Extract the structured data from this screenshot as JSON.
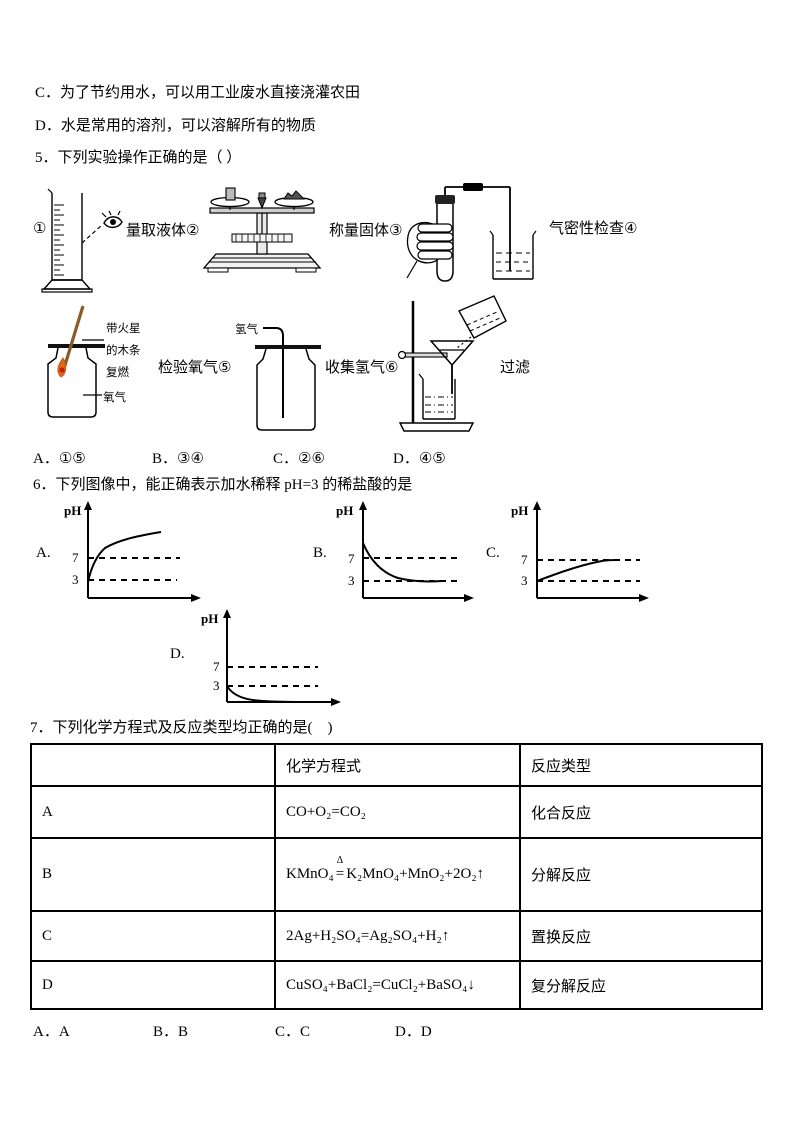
{
  "intro_options": {
    "c": "C．为了节约用水，可以用工业废水直接浇灌农田",
    "d": "D．水是常用的溶剂，可以溶解所有的物质"
  },
  "q5": {
    "stem": "5．下列实验操作正确的是（      ）",
    "fig_labels": {
      "n1": "①",
      "measure_liquid": "量取液体②",
      "weigh_solid": "称量固体③",
      "airtight_check": "气密性检查④",
      "splint_line1": "带火星",
      "splint_line2": "的木条",
      "splint_line3": "复燃",
      "oxygen": "氧气",
      "check_oxygen": "检验氧气⑤",
      "hydrogen": "氢气",
      "collect_hydrogen": "收集氢气⑥",
      "filtration": "过滤"
    },
    "answers": [
      "A．①⑤",
      "B．③④",
      "C．②⑥",
      "D．④⑤"
    ]
  },
  "q6": {
    "stem": "6．下列图像中，能正确表示加水稀释 pH=3 的稀盐酸的是",
    "graphs": [
      {
        "label": "A.",
        "ylabel": "pH",
        "tick_upper": "7",
        "tick_lower": "3",
        "curve": "starts at pH 3, rises steeply through 7 and keeps rising"
      },
      {
        "label": "B.",
        "ylabel": "pH",
        "tick_upper": "7",
        "tick_lower": "3",
        "curve": "starts near pH 9, falls and levels off at pH 3"
      },
      {
        "label": "C.",
        "ylabel": "pH",
        "tick_upper": "7",
        "tick_lower": "3",
        "curve": "starts at pH 3, rises and levels off approaching pH 7"
      },
      {
        "label": "D.",
        "ylabel": "pH",
        "tick_upper": "7",
        "tick_lower": "3",
        "curve": "starts at pH 3, falls and levels off toward pH 0"
      }
    ]
  },
  "q7": {
    "stem": "7．下列化学方程式及反应类型均正确的是(　)",
    "table": {
      "col2_header": "化学方程式",
      "col3_header": "反应类型",
      "rows": [
        {
          "label": "A",
          "equation": "CO+O₂=CO₂",
          "reaction_type": "化合反应"
        },
        {
          "label": "B",
          "eq_left": "KMnO₄",
          "eq_delta": "Δ",
          "eq_equals": "=",
          "eq_right": "K₂MnO₄+MnO₂+2O₂↑",
          "reaction_type": "分解反应"
        },
        {
          "label": "C",
          "equation": "2Ag+H₂SO₄=Ag₂SO₄+H₂↑",
          "reaction_type": "置换反应"
        },
        {
          "label": "D",
          "equation": "CuSO₄+BaCl₂=CuCl₂+BaSO₄↓",
          "reaction_type": "复分解反应"
        }
      ]
    },
    "answers": [
      "A．A",
      "B．B",
      "C．C",
      "D．D"
    ]
  }
}
